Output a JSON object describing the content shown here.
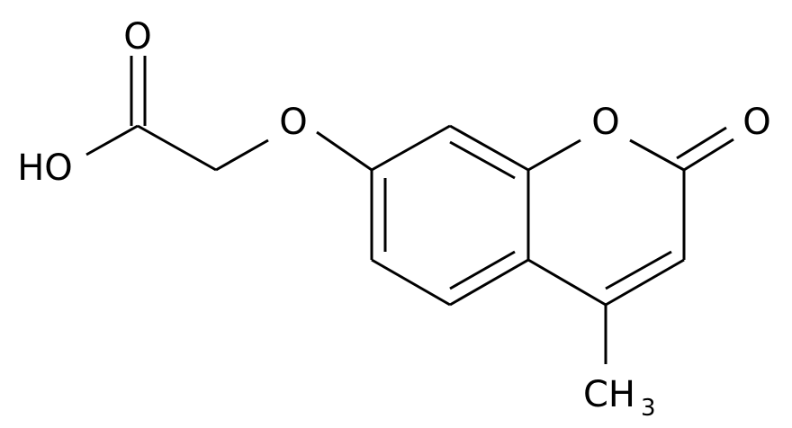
{
  "molecule": {
    "labels": {
      "carbonyl_o_top": "O",
      "hydroxyl": "HO",
      "ether_o": "O",
      "ring_o": "O",
      "lactone_o": "O",
      "methyl_base": "CH",
      "methyl_sub": "3"
    }
  }
}
